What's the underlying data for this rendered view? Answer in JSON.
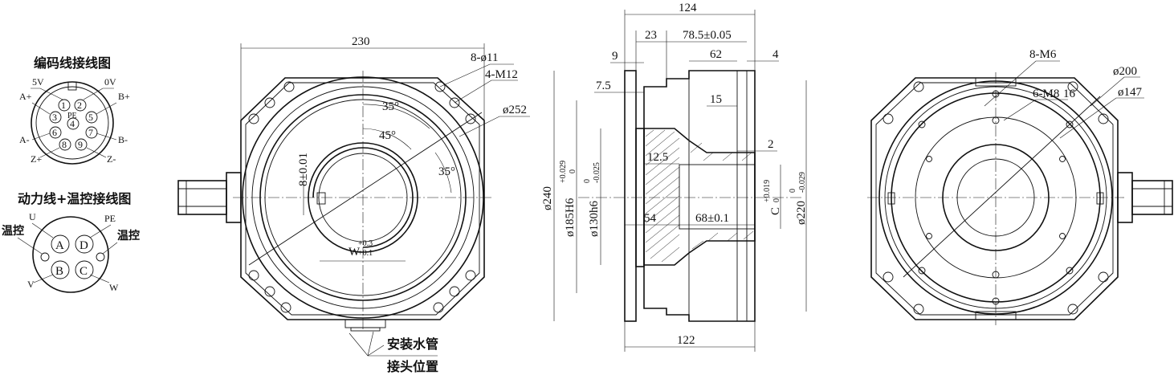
{
  "connector_panel": {
    "encoder_title": "编码线接线图",
    "encoder_labels": {
      "v5": "5V",
      "v0": "0V",
      "a_plus": "A+",
      "b_plus": "B+",
      "a_minus": "A-",
      "b_minus": "B-",
      "z_plus": "Z+",
      "z_minus": "Z-",
      "pe": "PE"
    },
    "encoder_pins": [
      "1",
      "2",
      "3",
      "4",
      "5",
      "6",
      "7",
      "8",
      "9"
    ],
    "power_title": "动力线+温控接线图",
    "power_labels": {
      "u": "U",
      "pe": "PE",
      "temp_left": "温控",
      "temp_right": "温控",
      "v": "V",
      "w": "W"
    },
    "power_pins": [
      "A",
      "D",
      "B",
      "C"
    ]
  },
  "front_view": {
    "width_dim": "230",
    "holes_dim": "8-ø11",
    "thread_dim": "4-M12",
    "outer_dia": "ø252",
    "angle_top": "35°",
    "angle_mid": "45°",
    "angle_right": "35°",
    "key_dim": "8±0.01",
    "w_dim": "W",
    "w_tol_upper": "+0.3",
    "w_tol_lower": "+0.1",
    "water_note_1": "安装水管",
    "water_note_2": "接头位置"
  },
  "section_view": {
    "overall_len": "124",
    "d23": "23",
    "d78": "78.5±0.05",
    "d9": "9",
    "d62": "62",
    "d4": "4",
    "d7_5": "7.5",
    "d15": "15",
    "d2": "2",
    "d12_5": "12.5",
    "d54": "54",
    "d68": "68±0.1",
    "d122": "122",
    "dia240": "ø240",
    "dia185": "ø185H6",
    "dia185_tol_u": "+0.029",
    "dia185_tol_l": "0",
    "dia130": "ø130h6",
    "dia130_tol_u": "0",
    "dia130_tol_l": "-0.025",
    "c_dim": "C",
    "c_tol_u": "+0.019",
    "c_tol_l": "0",
    "dia220": "ø220",
    "dia220_tol_u": "0",
    "dia220_tol_l": "-0.029"
  },
  "rear_view": {
    "m6": "8-M6",
    "m8": "6-M8",
    "depth": "16",
    "dia200": "ø200",
    "dia147": "ø147"
  }
}
